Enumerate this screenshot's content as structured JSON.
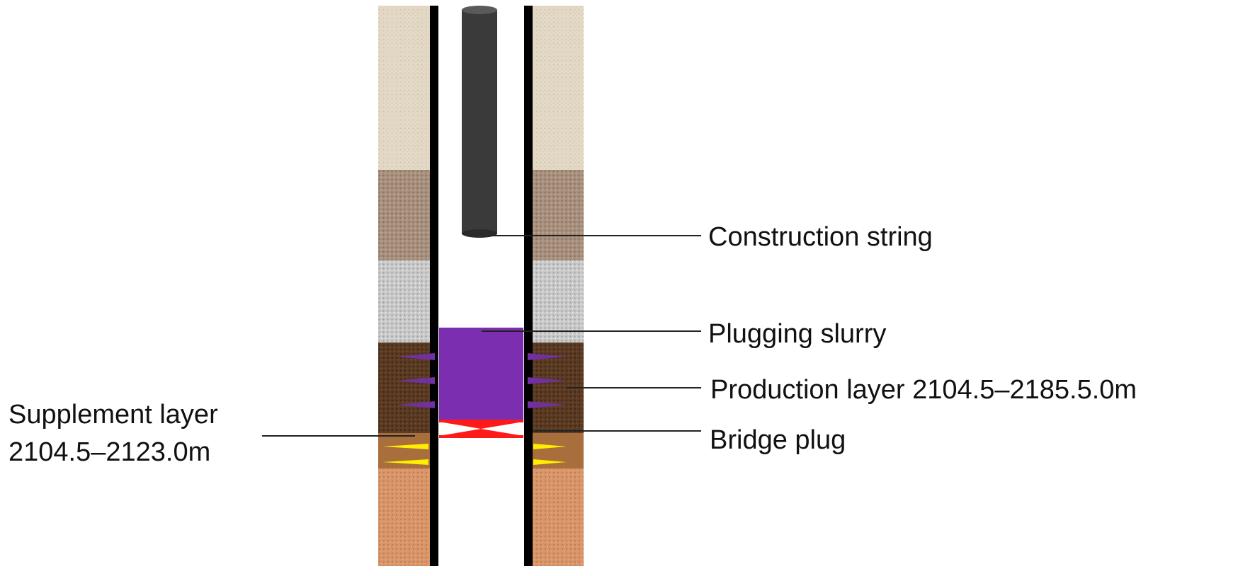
{
  "labels": {
    "construction_string": "Construction string",
    "plugging_slurry": "Plugging slurry",
    "production_layer": "Production layer 2104.5–2185.5.0m",
    "bridge_plug": "Bridge plug",
    "supplement_layer_line1": "Supplement layer",
    "supplement_layer_line2": "2104.5–2123.0m"
  },
  "colors": {
    "casing": "#000000",
    "construction_string": "#3a3a3a",
    "plugging_slurry": "#7b2fb0",
    "bridge_plug": "#ff1a1a",
    "perforation_production": "#7030a0",
    "perforation_supplement": "#ffee00",
    "leader_line": "#222222",
    "stratum_1": "#e4d9c6",
    "stratum_2": "#a8907e",
    "stratum_3": "#c9c9c9",
    "stratum_4": "#5a3a22",
    "stratum_5": "#a86f3c",
    "stratum_6": "#d9956a"
  }
}
